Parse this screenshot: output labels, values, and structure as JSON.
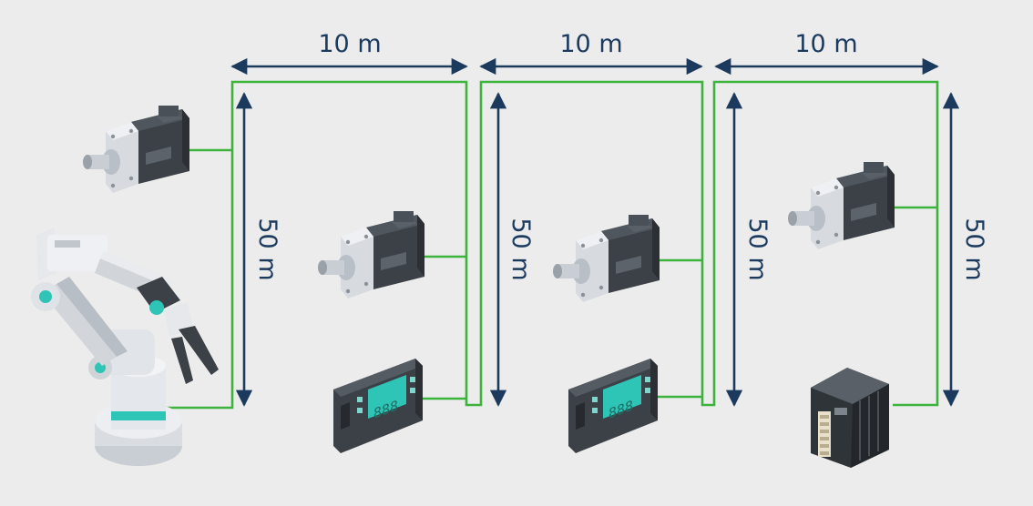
{
  "labels": {
    "horizontal": [
      "10 m",
      "10 m",
      "10 m"
    ],
    "vertical": [
      "50 m",
      "50 m",
      "50 m",
      "50 m"
    ]
  },
  "colors": {
    "background": "#ececec",
    "cable": "#3db33d",
    "dimension_arrow": "#1b3a5e",
    "motor_body": "#3c4147",
    "flange": "#d7dbe0",
    "display": "#2ec4b6"
  },
  "devices": {
    "robot_arm": "robot-arm-icon",
    "servo_motor": "servo-motor-icon",
    "controller_panel": "controller-panel-icon",
    "io_module": "io-module-icon"
  }
}
